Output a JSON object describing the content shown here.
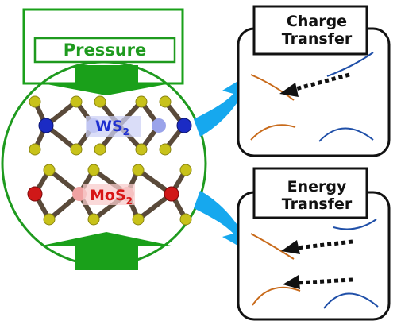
{
  "pressure": {
    "label": "Pressure"
  },
  "layers": {
    "top": {
      "base": "WS",
      "subscript": "2"
    },
    "bottom": {
      "base": "MoS",
      "subscript": "2"
    }
  },
  "panels": {
    "charge": {
      "line1": "Charge",
      "line2": "Transfer"
    },
    "energy": {
      "line1": "Energy",
      "line2": "Transfer"
    }
  },
  "colors": {
    "pressure_green": "#1e9a1e",
    "arrow_green": "#1aa01a",
    "arrow_blue": "#16a8ee",
    "tungsten": "#1b2bc4",
    "molybdenum": "#d01818",
    "sulfur": "#c8c21a",
    "bond": "#5a4a3a",
    "curve_orange": "#c86a1a",
    "curve_blue": "#1f4fa8"
  }
}
